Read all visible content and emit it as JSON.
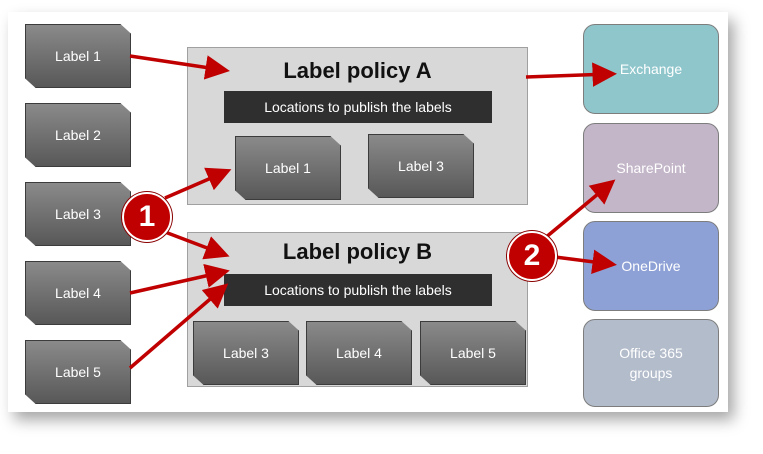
{
  "left_labels": [
    "Label 1",
    "Label 2",
    "Label 3",
    "Label 4",
    "Label 5"
  ],
  "policy_a": {
    "title": "Label policy A",
    "locations_text": "Locations to publish the labels",
    "labels": [
      "Label 1",
      "Label 3"
    ]
  },
  "policy_b": {
    "title": "Label policy B",
    "locations_text": "Locations to publish the labels",
    "labels": [
      "Label 3",
      "Label 4",
      "Label 5"
    ]
  },
  "locations": [
    "Exchange",
    "SharePoint",
    "OneDrive",
    "Office 365 groups"
  ],
  "badges": [
    "1",
    "2"
  ],
  "colors": {
    "arrow": "#c00000",
    "exchange": "#8fc6cc",
    "sharepoint": "#c3b6c8",
    "onedrive": "#8ea1d6",
    "groups": "#b3bccb"
  }
}
